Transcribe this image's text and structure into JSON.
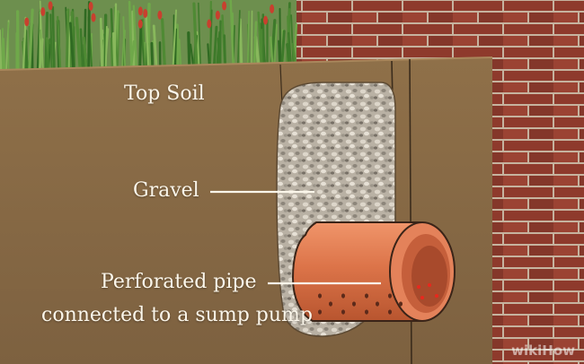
{
  "labels": {
    "top_soil": "Top Soil",
    "gravel": "Gravel",
    "pipe_line1": "Perforated pipe",
    "pipe_line2": "connected to a sump pump"
  },
  "watermark": "wikiHow",
  "colors": {
    "soil": "#8a6c45",
    "brick": "#8e3a2c",
    "mortar": "#c9b8a6",
    "grass": "#3f7a2c",
    "pipe": "#d9714a",
    "gravel": "#c8c0b4",
    "label_text": "#fbf6ea"
  }
}
